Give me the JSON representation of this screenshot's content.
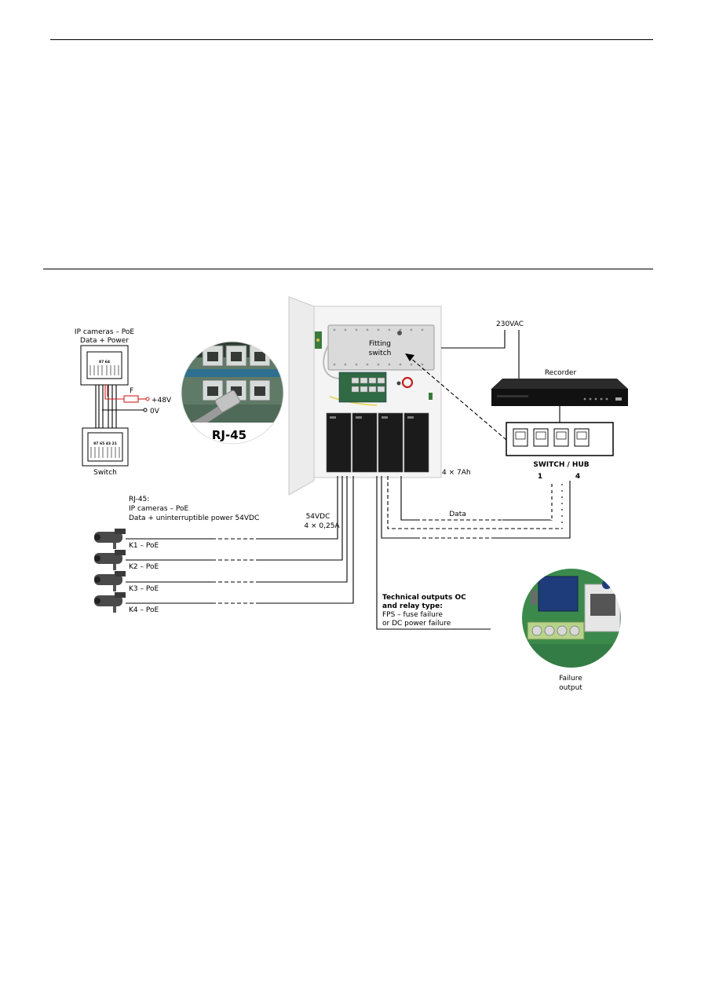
{
  "rj45_pinout": {
    "label_line1": "IP cameras – PoE",
    "label_line2": "Data + Power",
    "top_pins": "87  64",
    "bottom_pins": "87 65 43 21",
    "fuse_label": "F",
    "plus48": "+48V",
    "zero_v": "0V",
    "switch_label": "Switch"
  },
  "magnifier": {
    "label": "RJ-45"
  },
  "psu": {
    "fitting_switch_line1": "Fitting",
    "fitting_switch_line2": "switch",
    "batteries": "4 × 7Ah",
    "out_voltage": "54VDC",
    "out_current": "4 × 0,25A"
  },
  "mains": {
    "label": "230VAC"
  },
  "recorder": {
    "label": "Recorder"
  },
  "switch_hub": {
    "label": "SWITCH / HUB",
    "port_first": "1",
    "port_last": "4"
  },
  "data_link": {
    "label": "Data"
  },
  "cameras": {
    "title_line1": "RJ-45:",
    "title_line2": "IP cameras – PoE",
    "title_line3": "Data + uninterruptible power 54VDC",
    "outputs": [
      "K1 – PoE",
      "K2 – PoE",
      "K3 – PoE",
      "K4 – PoE"
    ]
  },
  "technical_outputs": {
    "title_line1": "Technical outputs OC",
    "title_line2": "and relay type:",
    "line3": "FPS – fuse failure",
    "line4": "or DC power failure"
  },
  "failure_output": {
    "line1": "Failure",
    "line2": "output"
  }
}
